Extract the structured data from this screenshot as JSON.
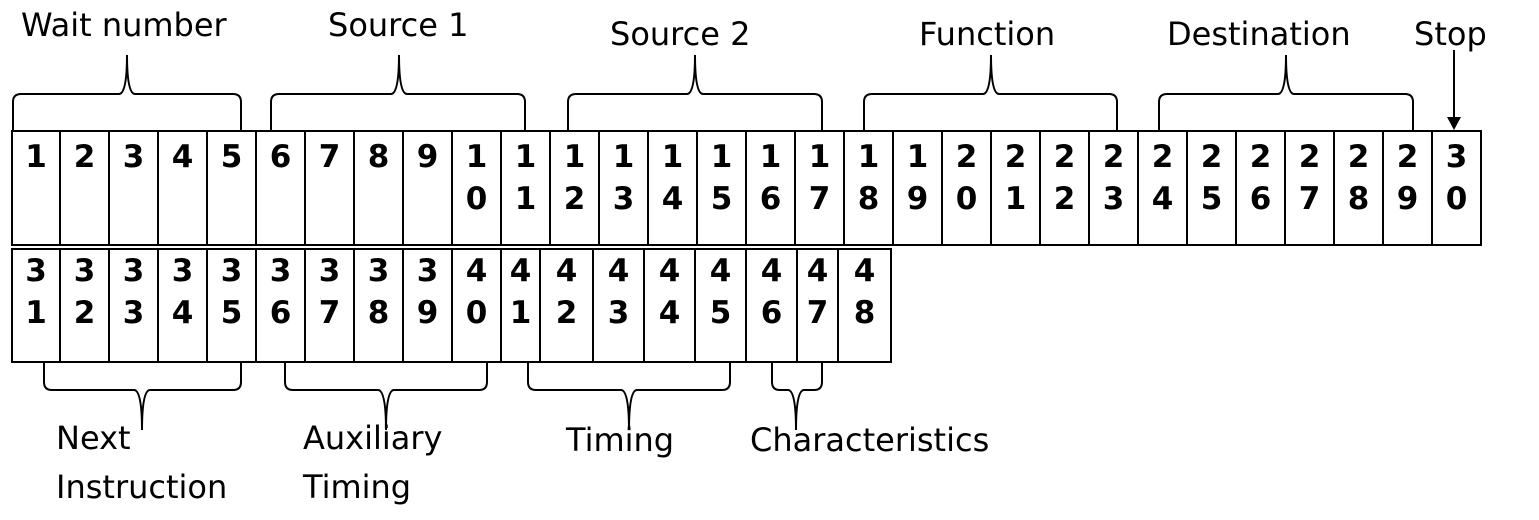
{
  "top_groups": [
    {
      "label": "Wait number"
    },
    {
      "label": "Source 1"
    },
    {
      "label": "Source 2"
    },
    {
      "label": "Function"
    },
    {
      "label": "Destination"
    },
    {
      "label": "Stop"
    }
  ],
  "bottom_groups": [
    {
      "label": "Next\nInstruction"
    },
    {
      "label": "Auxiliary\nTiming"
    },
    {
      "label": "Timing"
    },
    {
      "label": "Characteristics"
    }
  ],
  "row1_cells": [
    "1",
    "2",
    "3",
    "4",
    "5",
    "6",
    "7",
    "8",
    "9",
    "10",
    "11",
    "12",
    "13",
    "14",
    "15",
    "16",
    "17",
    "18",
    "19",
    "20",
    "21",
    "22",
    "23",
    "24",
    "25",
    "26",
    "27",
    "28",
    "29",
    "30"
  ],
  "row2_cells": [
    "31",
    "32",
    "33",
    "34",
    "35",
    "36",
    "37",
    "38",
    "39",
    "40",
    "41",
    "42",
    "43",
    "44",
    "45",
    "46",
    "47",
    "48"
  ]
}
